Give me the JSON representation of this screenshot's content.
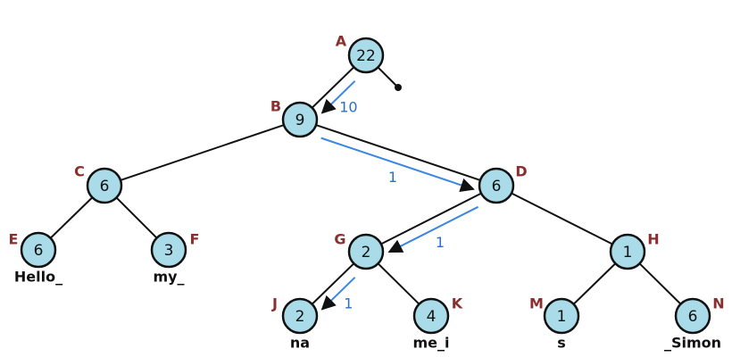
{
  "nodes": [
    {
      "id": "A",
      "letter": "A",
      "value": "22"
    },
    {
      "id": "B",
      "letter": "B",
      "value": "9"
    },
    {
      "id": "C",
      "letter": "C",
      "value": "6"
    },
    {
      "id": "D",
      "letter": "D",
      "value": "6"
    },
    {
      "id": "E",
      "letter": "E",
      "value": "6",
      "text": "Hello_"
    },
    {
      "id": "F",
      "letter": "F",
      "value": "3",
      "text": "my_"
    },
    {
      "id": "G",
      "letter": "G",
      "value": "2"
    },
    {
      "id": "H",
      "letter": "H",
      "value": "1"
    },
    {
      "id": "J",
      "letter": "J",
      "value": "2",
      "text": "na"
    },
    {
      "id": "K",
      "letter": "K",
      "value": "4",
      "text": "me_i"
    },
    {
      "id": "M",
      "letter": "M",
      "value": "1",
      "text": "s"
    },
    {
      "id": "N",
      "letter": "N",
      "value": "6",
      "text": "_Simon"
    }
  ],
  "edges": [
    {
      "from": "A",
      "to": "B"
    },
    {
      "from": "A",
      "to": "end"
    },
    {
      "from": "B",
      "to": "C"
    },
    {
      "from": "B",
      "to": "D"
    },
    {
      "from": "C",
      "to": "E"
    },
    {
      "from": "C",
      "to": "F"
    },
    {
      "from": "D",
      "to": "G"
    },
    {
      "from": "D",
      "to": "H"
    },
    {
      "from": "G",
      "to": "J"
    },
    {
      "from": "G",
      "to": "K"
    },
    {
      "from": "H",
      "to": "M"
    },
    {
      "from": "H",
      "to": "N"
    }
  ],
  "path_weights": [
    {
      "from": "A",
      "to": "B",
      "label": "10"
    },
    {
      "from": "B",
      "to": "D",
      "label": "1"
    },
    {
      "from": "D",
      "to": "G",
      "label": "1"
    },
    {
      "from": "G",
      "to": "J",
      "label": "1"
    }
  ],
  "colors": {
    "node_fill": "#a9dbe8",
    "letter": "#8b2e2e",
    "path": "#3a86e0"
  }
}
